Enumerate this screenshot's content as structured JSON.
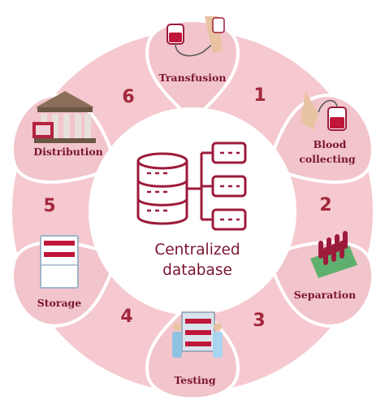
{
  "diagram": {
    "center": {
      "line1": "Centralized",
      "line2": "database",
      "icon": "database-server-icon"
    },
    "stages": [
      {
        "label": "Transfusion",
        "icon": "blood-bag-arm-icon"
      },
      {
        "label_line1": "Blood",
        "label_line2": "collecting",
        "icon": "blood-donation-icon"
      },
      {
        "label": "Separation",
        "icon": "test-tube-rack-icon"
      },
      {
        "label": "Testing",
        "icon": "lab-technicians-icon"
      },
      {
        "label": "Storage",
        "icon": "blood-fridge-icon"
      },
      {
        "label": "Distribution",
        "icon": "bank-building-icon"
      }
    ],
    "steps": [
      "1",
      "2",
      "3",
      "4",
      "5",
      "6"
    ],
    "colors": {
      "ring": "#f5c9cf",
      "petal": "#f2c4cb",
      "center": "#ffffff",
      "text": "#7a1530",
      "number": "#a3273c",
      "icon": "#9c1b3b"
    }
  }
}
